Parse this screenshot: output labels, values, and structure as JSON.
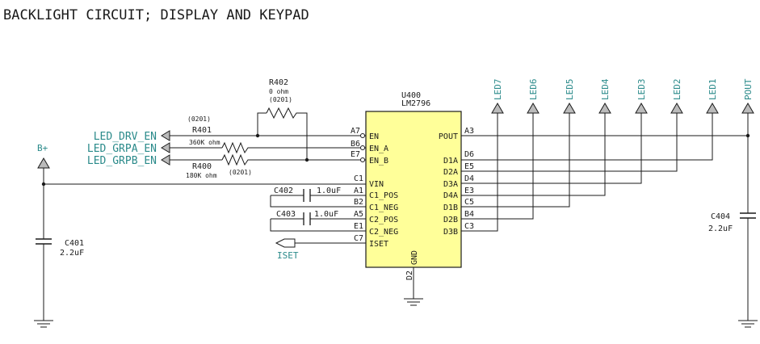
{
  "title": "BACKLIGHT CIRCUIT; DISPLAY AND KEYPAD",
  "ic": {
    "ref": "U400",
    "part": "LM2796",
    "fill_color": "#ffff99",
    "left_pins": [
      {
        "num": "A7",
        "name": "EN"
      },
      {
        "num": "B6",
        "name": "EN_A"
      },
      {
        "num": "E7",
        "name": "EN_B"
      },
      {
        "num": "C1",
        "name": "VIN"
      },
      {
        "num": "A1",
        "name": "C1_POS"
      },
      {
        "num": "B2",
        "name": "C1_NEG"
      },
      {
        "num": "A5",
        "name": "C2_POS"
      },
      {
        "num": "E1",
        "name": "C2_NEG"
      },
      {
        "num": "C7",
        "name": "ISET"
      }
    ],
    "right_pins": [
      {
        "num": "A3",
        "name": "POUT"
      },
      {
        "num": "D6",
        "name": "D1A"
      },
      {
        "num": "E5",
        "name": "D2A"
      },
      {
        "num": "D4",
        "name": "D3A"
      },
      {
        "num": "E3",
        "name": "D4A"
      },
      {
        "num": "C5",
        "name": "D1B"
      },
      {
        "num": "B4",
        "name": "D2B"
      },
      {
        "num": "C3",
        "name": "D3B"
      }
    ],
    "gnd_pin": {
      "num": "D2",
      "name": "GND"
    }
  },
  "nets": {
    "led_drv_en": "LED_DRV_EN",
    "led_grpa_en": "LED_GRPA_EN",
    "led_grpb_en": "LED_GRPB_EN",
    "b_plus": "B+",
    "iset": "ISET",
    "leds": [
      "LED7",
      "LED6",
      "LED5",
      "LED4",
      "LED3",
      "LED2",
      "LED1",
      "POUT"
    ]
  },
  "components": {
    "r402": {
      "ref": "R402",
      "value": "0 ohm",
      "pkg": "(0201)"
    },
    "r401": {
      "ref": "R401",
      "value": "360K ohm",
      "pkg": "(0201)"
    },
    "r400": {
      "ref": "R400",
      "value": "180K ohm",
      "pkg": "(0201)"
    },
    "c401": {
      "ref": "C401",
      "value": "2.2uF"
    },
    "c402": {
      "ref": "C402",
      "value": "1.0uF"
    },
    "c403": {
      "ref": "C403",
      "value": "1.0uF"
    },
    "c404": {
      "ref": "C404",
      "value": "2.2uF"
    }
  },
  "colors": {
    "net_label": "#2a8a8a",
    "wire": "#1a1a1a",
    "ic_fill": "#ffff99"
  }
}
